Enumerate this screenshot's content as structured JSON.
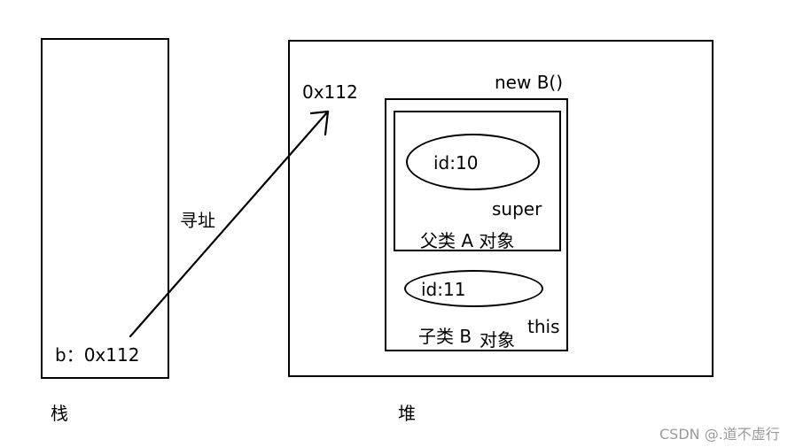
{
  "diagram": {
    "stack": {
      "variable_label": "b：0x112",
      "caption": "栈"
    },
    "heap": {
      "caption": "堆",
      "address_label": "0x112",
      "object_label": "new B()",
      "parent": {
        "field_label": "id:10",
        "ref_label": "super",
        "caption": "父类 A  对象"
      },
      "child": {
        "field_label": "id:11",
        "ref_label": "this",
        "caption_main": "子类 B",
        "caption_suffix": "对象"
      }
    },
    "arrow_label": "寻址"
  },
  "watermark": "CSDN @.道不虚行",
  "colors": {
    "stroke": "#000000",
    "text": "#000000",
    "watermark": "#9a9a9a",
    "background": "#ffffff"
  }
}
